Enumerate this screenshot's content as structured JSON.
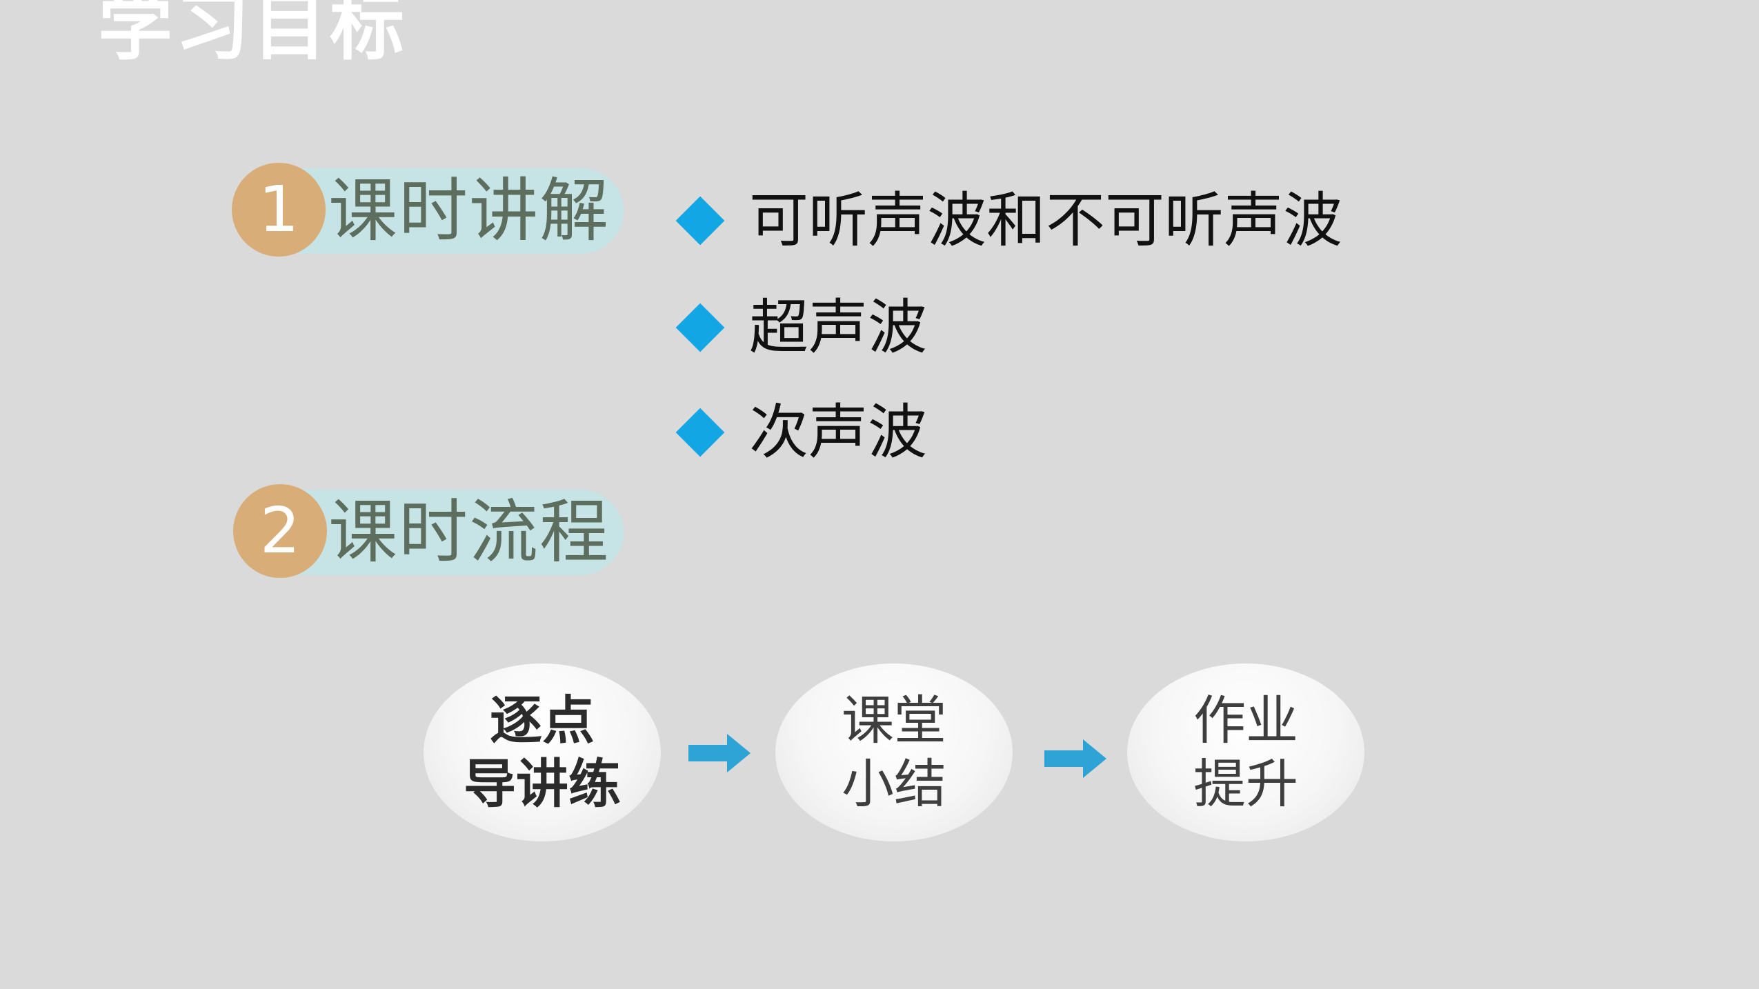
{
  "title": "学习目标",
  "sections": [
    {
      "number": "1",
      "label": "课时讲解"
    },
    {
      "number": "2",
      "label": "课时流程"
    }
  ],
  "bullets": [
    "可听声波和不可听声波",
    "超声波",
    "次声波"
  ],
  "flow": [
    {
      "line1": "逐点",
      "line2": "导讲练"
    },
    {
      "line1": "课堂",
      "line2": "小结"
    },
    {
      "line1": "作业",
      "line2": "提升"
    }
  ],
  "colors": {
    "background": "#dadada",
    "number_circle": "#d8ad78",
    "pill": "#c6e3e6",
    "section_label": "#5e6e5e",
    "diamond": "#12a6e4",
    "arrow": "#2ea3d6"
  }
}
